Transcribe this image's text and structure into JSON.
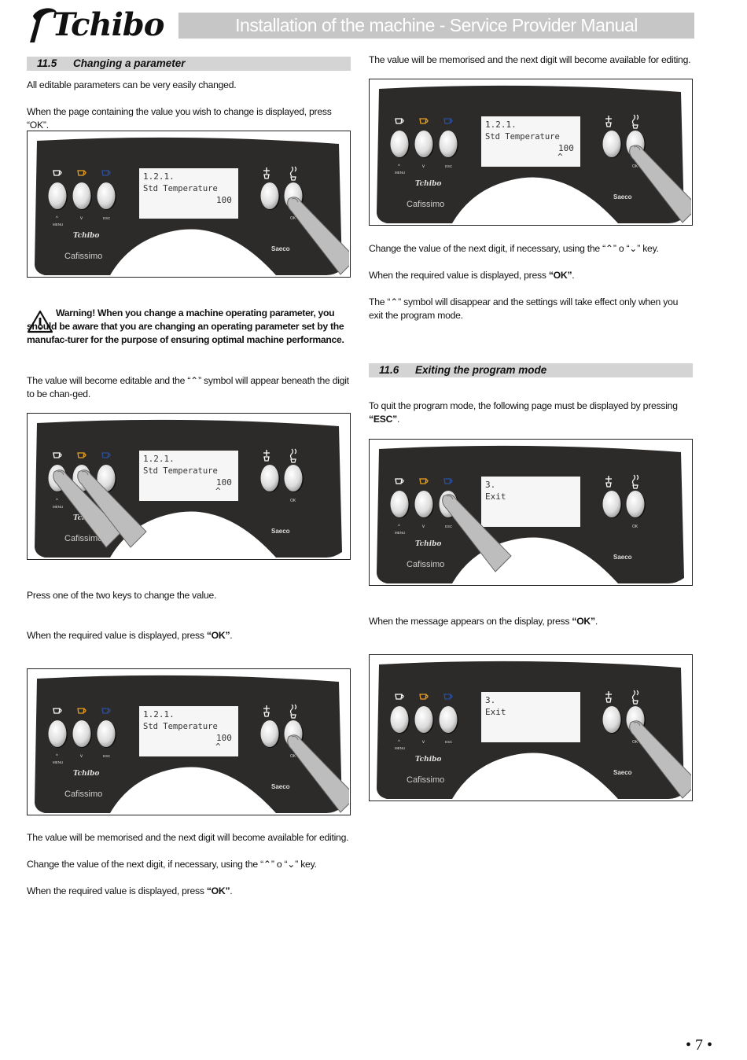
{
  "header": {
    "brand": "Tchibo",
    "title": "Installation of the machine - Service Provider Manual"
  },
  "section_11_5": {
    "number": "11.5",
    "title": "Changing a parameter"
  },
  "section_11_6": {
    "number": "11.6",
    "title": "Exiting the program mode"
  },
  "left": {
    "p1": "All editable parameters can be very easily changed.",
    "p2": "When the page containing the value you wish to change is displayed, press “OK”.",
    "warning": "Warning! When you change a machine operating parameter, you should be aware that you are changing an operating parameter set by the manufac-turer for the purpose of ensuring optimal machine performance.",
    "p3": "The value will become editable and the “⌃” symbol will appear beneath the digit to be chan-ged.",
    "p4": "Press one of the two keys to change the value.",
    "p5_pre": "When the required value is displayed, press ",
    "p5_bold": "“OK”",
    "p5_post": ".",
    "p6": "The value will be memorised and the next digit will become available for editing.",
    "p7": "Change the value of the next digit, if necessary, using the “⌃” o “⌄” key.",
    "p8_pre": "When the required value is displayed, press ",
    "p8_bold": "“OK”",
    "p8_post": "."
  },
  "right": {
    "p1": "The value will be memorised and the next digit will become available for editing.",
    "p2": "Change the value of the next digit, if necessary, using the “⌃” o “⌄” key.",
    "p3_pre": "When the required value is displayed, press ",
    "p3_bold": "“OK”",
    "p3_post": ".",
    "p4": "The “⌃” symbol will disappear and the settings will take effect only when you exit the program mode.",
    "p5_pre": "To quit the program mode, the following page must be displayed by pressing ",
    "p5_bold": "“ESC”",
    "p5_post": ".",
    "p6_pre": "When the message appears on the display, press ",
    "p6_bold": "“OK”",
    "p6_post": "."
  },
  "panel": {
    "label_up": "^",
    "label_down": "v",
    "label_esc": "ESC",
    "label_menu": "MENU",
    "label_ok": "OK",
    "brand_small": "Tchibo",
    "model": "Cafissimo",
    "maker": "Saeco",
    "display_param": {
      "line1": "1.2.1.",
      "line2": "Std Temperature",
      "line3": "100",
      "caret": "^"
    },
    "display_exit": {
      "line1": "3.",
      "line2": "Exit"
    }
  },
  "page_number": "• 7 •"
}
